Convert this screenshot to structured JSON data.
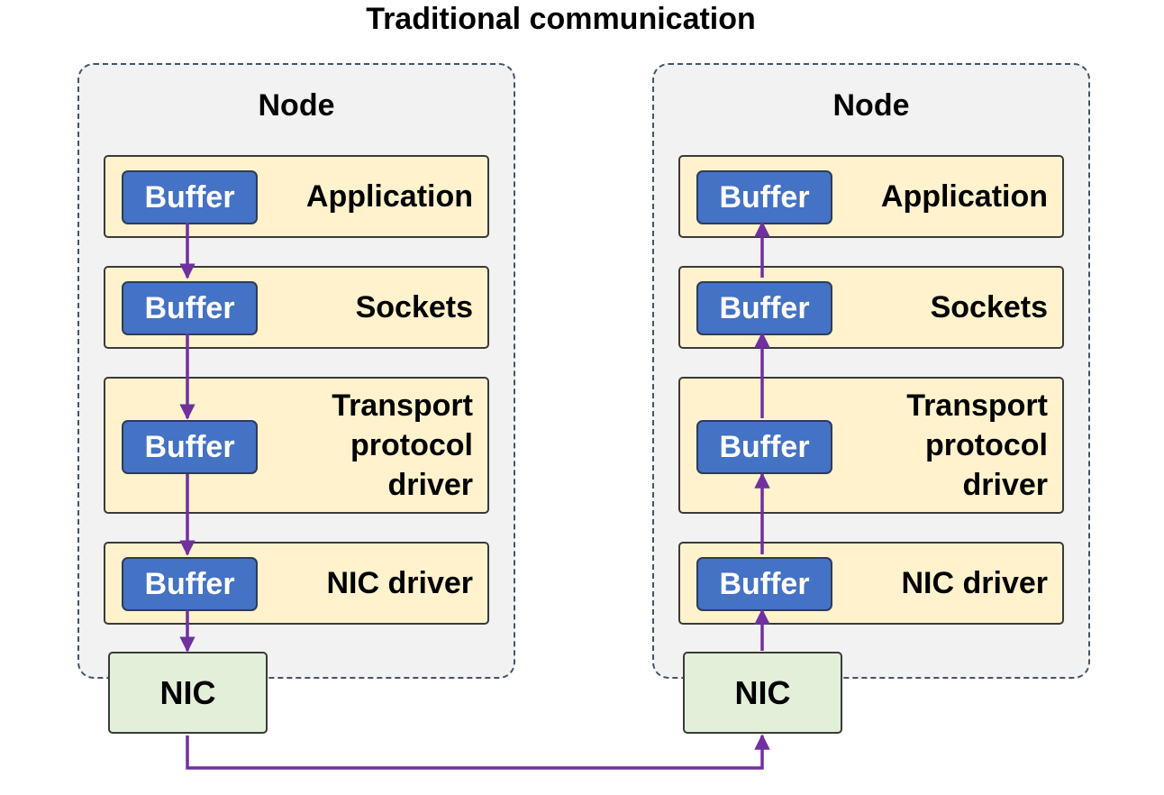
{
  "title": "Traditional communication",
  "colors": {
    "node_bg": "#f2f2f2",
    "layer_bg": "#fff2cc",
    "buffer_bg": "#4472c4",
    "nic_bg": "#e2f0d9",
    "arrow": "#7030a0"
  },
  "nodes": [
    {
      "label": "Node",
      "layers": [
        {
          "label": "Application",
          "buffer": "Buffer"
        },
        {
          "label": "Sockets",
          "buffer": "Buffer"
        },
        {
          "label": "Transport protocol driver",
          "buffer": "Buffer"
        },
        {
          "label": "NIC driver",
          "buffer": "Buffer"
        }
      ],
      "nic": "NIC"
    },
    {
      "label": "Node",
      "layers": [
        {
          "label": "Application",
          "buffer": "Buffer"
        },
        {
          "label": "Sockets",
          "buffer": "Buffer"
        },
        {
          "label": "Transport protocol driver",
          "buffer": "Buffer"
        },
        {
          "label": "NIC driver",
          "buffer": "Buffer"
        }
      ],
      "nic": "NIC"
    }
  ]
}
